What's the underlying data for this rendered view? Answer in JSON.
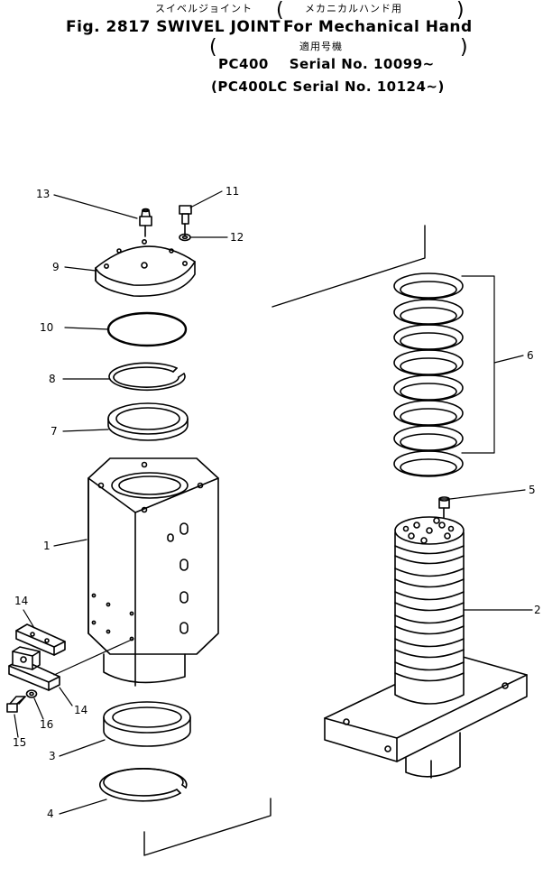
{
  "header": {
    "kana_left": "スイベルジョイント",
    "kana_right": "メカニカルハンド用",
    "figure_line": "Fig. 2817 SWIVEL JOINT",
    "for_line": "For Mechanical Hand",
    "applicable_label": "適用号機",
    "serial_1": "PC400    Serial No. 10099~",
    "serial_2": "(PC400LC Serial No. 10124~)"
  },
  "callouts": [
    "1",
    "2",
    "3",
    "4",
    "5",
    "6",
    "7",
    "8",
    "9",
    "10",
    "11",
    "12",
    "13",
    "14",
    "14",
    "15",
    "16"
  ],
  "colors": {
    "ink": "#000000",
    "paper": "#ffffff"
  }
}
